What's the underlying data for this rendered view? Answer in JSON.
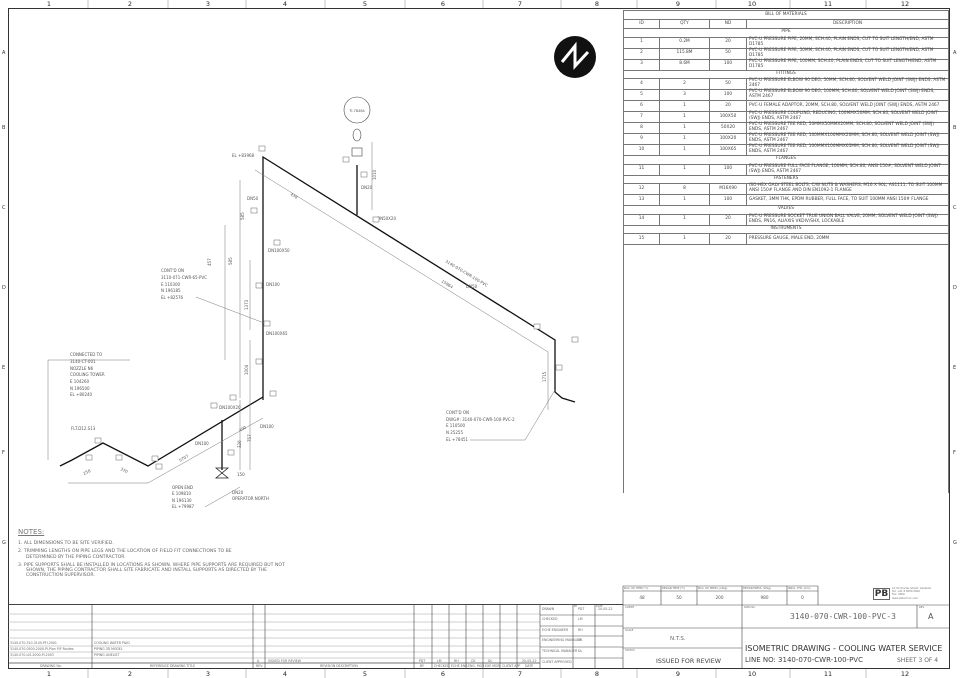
{
  "sheet": {
    "columns": [
      "1",
      "2",
      "3",
      "4",
      "5",
      "6",
      "7",
      "8",
      "9",
      "10",
      "11",
      "12"
    ],
    "rows": [
      "A",
      "B",
      "C",
      "D",
      "E",
      "F",
      "G"
    ]
  },
  "bom": {
    "title": "BILL OF MATERIALS",
    "headers": [
      "ID",
      "QTY",
      "ND",
      "DESCRIPTION"
    ],
    "sections": [
      {
        "name": "PIPE",
        "items": [
          {
            "id": "1",
            "qty": "0.2M",
            "nd": "20",
            "desc": "PVC-U PRESSURE PIPE, 20MM, SCH.40, PLAIN ENDS, CUT TO SUIT LENGTH/END, ASTM D1785"
          },
          {
            "id": "2",
            "qty": "115.8M",
            "nd": "50",
            "desc": "PVC-U PRESSURE PIPE, 50MM, SCH.40, PLAIN ENDS, CUT TO SUIT LENGTH/END, ASTM D1785"
          },
          {
            "id": "3",
            "qty": "8.6M",
            "nd": "100",
            "desc": "PVC-U PRESSURE PIPE, 100MM, SCH.40, PLAIN ENDS, CUT TO SUIT LENGTH/END, ASTM D1785"
          }
        ]
      },
      {
        "name": "FITTINGS",
        "items": [
          {
            "id": "4",
            "qty": "2",
            "nd": "50",
            "desc": "PVC-U PRESSURE ELBOW 90 DEG, 50MM, SCH.80, SOLVENT WELD JOINT (SWJ) ENDS, ASTM 2467"
          },
          {
            "id": "5",
            "qty": "3",
            "nd": "100",
            "desc": "PVC-U PRESSURE ELBOW 90 DEG, 100MM, SCH.80, SOLVENT WELD JOINT (SWJ) ENDS, ASTM 2467"
          },
          {
            "id": "6",
            "qty": "1",
            "nd": "20",
            "desc": "PVC-U FEMALE ADAPTOR, 20MM, SCH.80, SOLVENT WELD JOINT (SWJ) ENDS, ASTM 2467"
          },
          {
            "id": "7",
            "qty": "1",
            "nd": "100X50",
            "desc": "PVC-U PRESSURE COUPLING, REDUCING, 100MMX50MM, SCH.80, SOLVENT WELD JOINT (SWJ) ENDS, ASTM 2467"
          },
          {
            "id": "8",
            "qty": "1",
            "nd": "50X20",
            "desc": "PVC-U PRESSURE TEE RED, 50MMX50MMX20MM, SCH.80, SOLVENT WELD JOINT (SWJ) ENDS, ASTM 2467"
          },
          {
            "id": "9",
            "qty": "1",
            "nd": "100X20",
            "desc": "PVC-U PRESSURE TEE RED, 100MMX100MMX20MM, SCH.80, SOLVENT WELD JOINT (SWJ) ENDS, ASTM 2467"
          },
          {
            "id": "10",
            "qty": "1",
            "nd": "100X65",
            "desc": "PVC-U PRESSURE TEE RED, 100MMX100MMX65MM, SCH.80, SOLVENT WELD JOINT (SWJ) ENDS, ASTM 2467"
          }
        ]
      },
      {
        "name": "FLANGES",
        "items": [
          {
            "id": "11",
            "qty": "1",
            "nd": "100",
            "desc": "PVC-U PRESSURE FULL FACE FLANGE, 100MM, SCH.80, ANSI 150#, SOLVENT WELD JOINT (SWJ) ENDS, ASTM 2467"
          }
        ]
      },
      {
        "name": "FASTENERS",
        "items": [
          {
            "id": "12",
            "qty": "8",
            "nd": "M16X90",
            "desc": "ISO-HEX GALV STEEL BOLTS, C/W NUTS & WASHERS, M16 X 90L, AS1111, TO SUIT 100MM ANSI 150# FLANGE AND DIN EN1092-1 FLANGE"
          },
          {
            "id": "13",
            "qty": "1",
            "nd": "100",
            "desc": "GASKET, 3MM THK, EPDM RUBBER, FULL FACE, TO SUIT 100MM ANSI 150# FLANGE"
          }
        ]
      },
      {
        "name": "VALVES",
        "items": [
          {
            "id": "14",
            "qty": "1",
            "nd": "20",
            "desc": "PVC-U PRESSURE SOCKET TRUE UNION BALL VALVE, 20MM, SOLVENT WELD JOINT (SWJ) ENDS, PN16, ALIAXIS VKDIV/SHX, LOCKABLE"
          }
        ]
      },
      {
        "name": "INSTRUMENTS",
        "items": [
          {
            "id": "15",
            "qty": "1",
            "nd": "20",
            "desc": "PRESSURE GAUGE, MALE END, 20MM"
          }
        ]
      }
    ]
  },
  "drawing": {
    "gauge_tag": "TI-78484",
    "labels": {
      "el_top": "EL +83968",
      "dn50_a": "DN50",
      "dn100x50": "DN100X50",
      "dn100_a": "DN100",
      "dn100x65": "DN100X65",
      "dn20": "DN20",
      "dn50x20": "DN50X20",
      "dn50_b": "DN50",
      "line_no": "3140-070-CWR-100-PVC",
      "dim_15864": "15864",
      "dim_438": "438",
      "dim_585": "585",
      "dim_585b": "585",
      "dim_1010": "1010",
      "dim_1373": "1373",
      "dim_1004": "1004",
      "dim_1715": "1715",
      "dim_258": "258",
      "dim_370": "370",
      "dim_5707": "5707",
      "dim_490": "490",
      "dim_326": "326",
      "dim_757": "757",
      "dim_150": "150",
      "dim_457": "457",
      "dn100x20": "DN100X20",
      "dn100_b": "DN100",
      "dn100_c": "DN100",
      "flange_tag": "FLT.D12.S13",
      "dn20_b": "DN20",
      "operator": "OPERATOR NORTH"
    },
    "contd_left": [
      "CONT'D ON",
      "3110-071-CWR-65-PVC",
      "E 110300",
      "N 196185",
      "EL +82576"
    ],
    "connected": [
      "CONNECTED TO",
      "3140-CT-001",
      "NOZZLE N6",
      "COOLING TOWER",
      "E 104260",
      "N 196500",
      "EL +80240"
    ],
    "open_end": [
      "OPEN END",
      "E 109810",
      "N 196130",
      "EL +79987"
    ],
    "contd_right": [
      "CONT'D ON",
      "DWG#: 3140-070-CWR-100-PVC-2",
      "E 110500",
      "N 25255",
      "EL +78451"
    ]
  },
  "notes": {
    "title": "NOTES:",
    "items": [
      "1.  ALL DIMENSIONS TO BE SITE VERIFIED.",
      "2.  TRIMMING LENGTHS ON PIPE LEGS AND THE LOCATION OF FIELD FIT CONNECTIONS TO BE DETERMINED BY THE PIPING CONTRACTOR.",
      "3.  PIPE SUPPORTS SHALL BE INSTALLED IN LOCATIONS AS SHOWN. WHERE PIPE SUPPORTS ARE REQUIRED BUT NOT SHOWN, THE PIPING CONTRACTOR SHALL SITE FABRICATE AND INSTALL SUPPORTS AS DIRECTED BY THE CONSTRUCTION SUPERVISOR."
    ]
  },
  "references": {
    "headers": {
      "number": "DRAWING No.",
      "title": "REFERENCE DRAWING TITLE"
    },
    "rows": [
      {
        "number": "3140-070-310-3140-PFI-2001",
        "title": "COOLING WATER P&ID"
      },
      {
        "number": "3140-070-0500-2000-PI-Plan P/F Routes",
        "title": "PIPING 3D MODEL"
      },
      {
        "number": "3140-070-LIS-2000-PI-2003",
        "title": "PIPING LINELIST"
      }
    ]
  },
  "revisions": {
    "headers": [
      "REV.",
      "REVISION DESCRIPTION",
      "BY",
      "CHECKED",
      "ECHE ENG",
      "ENG. MGR",
      "EXE MGR",
      "CLIENT APP",
      "DATE"
    ],
    "rows": [
      {
        "rev": "A",
        "desc": "ISSUED FOR REVIEW",
        "by": "PDT",
        "checked": "LM",
        "eche": "RH",
        "eng": "CK",
        "exe": "DL",
        "client": "",
        "date": "20-05-22"
      }
    ]
  },
  "approvals": {
    "headers": {
      "by": "BY",
      "date": "DATE"
    },
    "rows": [
      {
        "role": "DRAWN",
        "by": "PDT",
        "date": "20-05-22"
      },
      {
        "role": "CHECKED",
        "by": "LM",
        "date": ""
      },
      {
        "role": "ECHE ENGINEER",
        "by": "RH",
        "date": ""
      },
      {
        "role": "ENGINEERING MANAGER",
        "by": "CK",
        "date": ""
      },
      {
        "role": "TECHNICAL MANAGER",
        "by": "DL",
        "date": ""
      },
      {
        "role": "CLIENT APPROVED",
        "by": "",
        "date": ""
      }
    ]
  },
  "design": {
    "headers": [
      "MAX. OP. TEMP (°C)",
      "DESIGN TEMP (°C)",
      "MAX. OP. PRESS. (kPag)",
      "DESIGN PRESS. (kPag)",
      "INSUL. THK. (mm)"
    ],
    "values": [
      "48",
      "50",
      "200",
      "980",
      "0"
    ]
  },
  "title_block": {
    "logo": "PB",
    "company_lines": [
      "10 St Charles Street, Adelaide",
      "Tel: +61 8 8000 0000",
      "Fax: 0000",
      "www.pbtechnic.com"
    ],
    "client_label": "CLIENT",
    "drawing_no_label": "DWG No.",
    "rev_label": "REV.",
    "drawing_no": "3140-070-CWR-100-PVC-3",
    "rev": "A",
    "scale_label": "SCALE",
    "scale": "N.T.S.",
    "status_label": "STATUS",
    "status": "ISSUED FOR REVIEW",
    "title": "ISOMETRIC DRAWING - COOLING WATER SERVICE",
    "line_no": "LINE NO: 3140-070-CWR-100-PVC",
    "sheet": "SHEET  3 OF 4"
  }
}
